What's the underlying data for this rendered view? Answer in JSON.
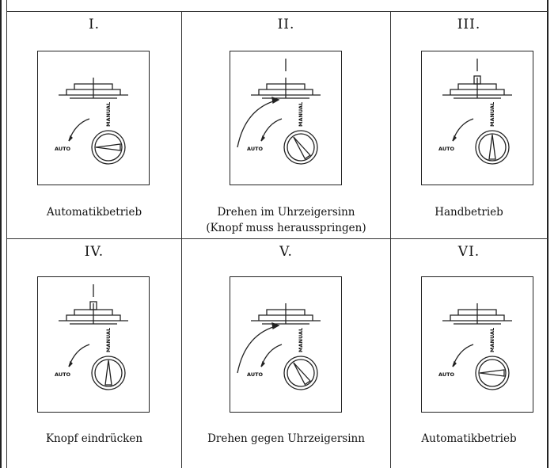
{
  "cells": [
    {
      "num": "I.",
      "caption_1": "Automatikbetrieb",
      "caption_2": ""
    },
    {
      "num": "II.",
      "caption_1": "Drehen im Uhrzeigersinn",
      "caption_2": "(Knopf muss herausspringen)"
    },
    {
      "num": "III.",
      "caption_1": "Handbetrieb",
      "caption_2": ""
    },
    {
      "num": "IV.",
      "caption_1": "Knopf eindrücken",
      "caption_2": ""
    },
    {
      "num": "V.",
      "caption_1": "Drehen gegen Uhrzeigersinn",
      "caption_2": ""
    },
    {
      "num": "VI.",
      "caption_1": "Automatikbetrieb",
      "caption_2": ""
    }
  ],
  "dial_labels": {
    "auto": "AUTO",
    "manual": "MANUAL"
  }
}
